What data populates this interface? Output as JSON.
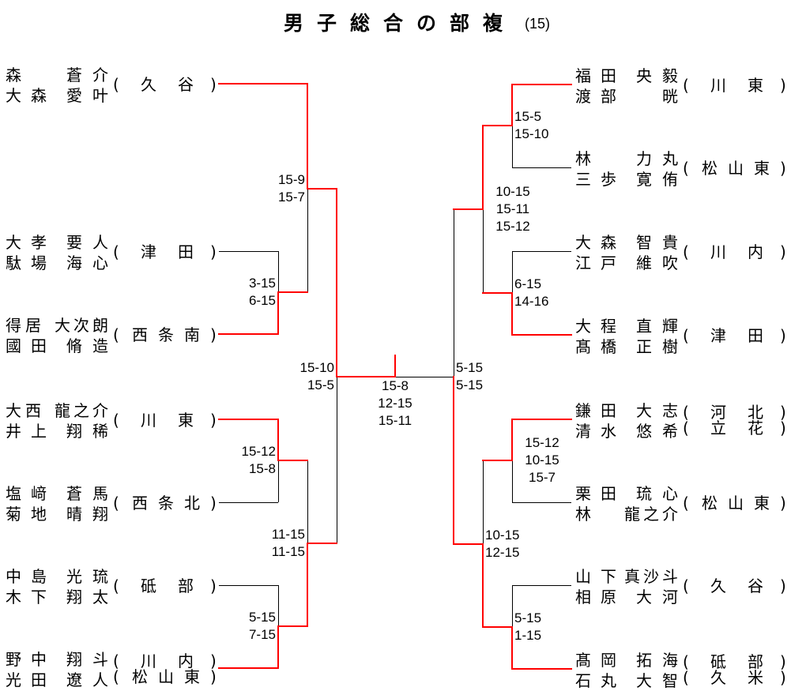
{
  "title": "男子総合の部複",
  "subtitle": "(15)",
  "colors": {
    "winner_line": "#ff0000",
    "line": "#000000",
    "text": "#000000"
  },
  "paren_open": "(",
  "paren_close": ")",
  "bracket": {
    "left": {
      "entries": [
        {
          "players": [
            {
              "family": "森",
              "given": "蒼介"
            },
            {
              "family": "大森",
              "given": "愛叶"
            }
          ],
          "schools": [
            "久谷"
          ]
        },
        {
          "players": [
            {
              "family": "大孝",
              "given": "要人"
            },
            {
              "family": "駄場",
              "given": "海心"
            }
          ],
          "schools": [
            "津田"
          ]
        },
        {
          "players": [
            {
              "family": "得居",
              "given": "大次朗"
            },
            {
              "family": "國田",
              "given": "脩造"
            }
          ],
          "schools": [
            "西条南"
          ]
        },
        {
          "players": [
            {
              "family": "大西",
              "given": "龍之介"
            },
            {
              "family": "井上",
              "given": "翔稀"
            }
          ],
          "schools": [
            "川東"
          ]
        },
        {
          "players": [
            {
              "family": "塩﨑",
              "given": "蒼馬"
            },
            {
              "family": "菊地",
              "given": "晴翔"
            }
          ],
          "schools": [
            "西条北"
          ]
        },
        {
          "players": [
            {
              "family": "中島",
              "given": "光琉"
            },
            {
              "family": "木下",
              "given": "翔太"
            }
          ],
          "schools": [
            "砥部"
          ]
        },
        {
          "players": [
            {
              "family": "野中",
              "given": "翔斗"
            },
            {
              "family": "光田",
              "given": "遼人"
            }
          ],
          "schools": [
            "川内",
            "松山東"
          ]
        }
      ]
    },
    "right": {
      "entries": [
        {
          "players": [
            {
              "family": "福田",
              "given": "央毅"
            },
            {
              "family": "渡部",
              "given": "晄"
            }
          ],
          "schools": [
            "川東"
          ]
        },
        {
          "players": [
            {
              "family": "林",
              "given": "力丸"
            },
            {
              "family": "三歩",
              "given": "寛侑"
            }
          ],
          "schools": [
            "松山東"
          ]
        },
        {
          "players": [
            {
              "family": "大森",
              "given": "智貴"
            },
            {
              "family": "江戸",
              "given": "維吹"
            }
          ],
          "schools": [
            "川内"
          ]
        },
        {
          "players": [
            {
              "family": "大程",
              "given": "直輝"
            },
            {
              "family": "髙橋",
              "given": "正樹"
            }
          ],
          "schools": [
            "津田"
          ]
        },
        {
          "players": [
            {
              "family": "鎌田",
              "given": "大志"
            },
            {
              "family": "清水",
              "given": "悠希"
            }
          ],
          "schools": [
            "河北",
            "立花"
          ]
        },
        {
          "players": [
            {
              "family": "栗田",
              "given": "琉心"
            },
            {
              "family": "林",
              "given": "龍之介"
            }
          ],
          "schools": [
            "松山東"
          ]
        },
        {
          "players": [
            {
              "family": "山下",
              "given": "真沙斗"
            },
            {
              "family": "相原",
              "given": "大河"
            }
          ],
          "schools": [
            "久谷"
          ]
        },
        {
          "players": [
            {
              "family": "髙岡",
              "given": "拓海"
            },
            {
              "family": "石丸",
              "given": "大智"
            }
          ],
          "schools": [
            "砥部",
            "久米"
          ]
        }
      ]
    },
    "matches": {
      "L1a": {
        "winner": "bottom",
        "scores": [
          "3-15",
          "6-15"
        ]
      },
      "L1b": {
        "winner": "top",
        "scores": [
          "15-12",
          "15-8"
        ]
      },
      "L1c": {
        "winner": "bottom",
        "scores": [
          "5-15",
          "7-15"
        ]
      },
      "L2a": {
        "winner": "top",
        "scores": [
          "15-9",
          "15-7"
        ]
      },
      "L2b": {
        "winner": "bottom",
        "scores": [
          "11-15",
          "11-15"
        ]
      },
      "L3": {
        "winner": "top",
        "scores": [
          "15-10",
          "15-5"
        ]
      },
      "R1a": {
        "winner": "top",
        "scores": [
          "15-5",
          "15-10"
        ]
      },
      "R1b": {
        "winner": "bottom",
        "scores": [
          "6-15",
          "14-16"
        ]
      },
      "R1c": {
        "winner": "top",
        "scores": [
          "15-12",
          "10-15",
          "15-7"
        ]
      },
      "R1d": {
        "winner": "bottom",
        "scores": [
          "5-15",
          "1-15"
        ]
      },
      "R2a": {
        "winner": "top",
        "scores": [
          "10-15",
          "15-11",
          "15-12"
        ]
      },
      "R2b": {
        "winner": "bottom",
        "scores": [
          "10-15",
          "12-15"
        ]
      },
      "R3": {
        "winner": "bottom",
        "scores": [
          "5-15",
          "5-15"
        ]
      }
    },
    "final": {
      "winner": "left",
      "scores": [
        "15-8",
        "12-15",
        "15-11"
      ]
    }
  }
}
